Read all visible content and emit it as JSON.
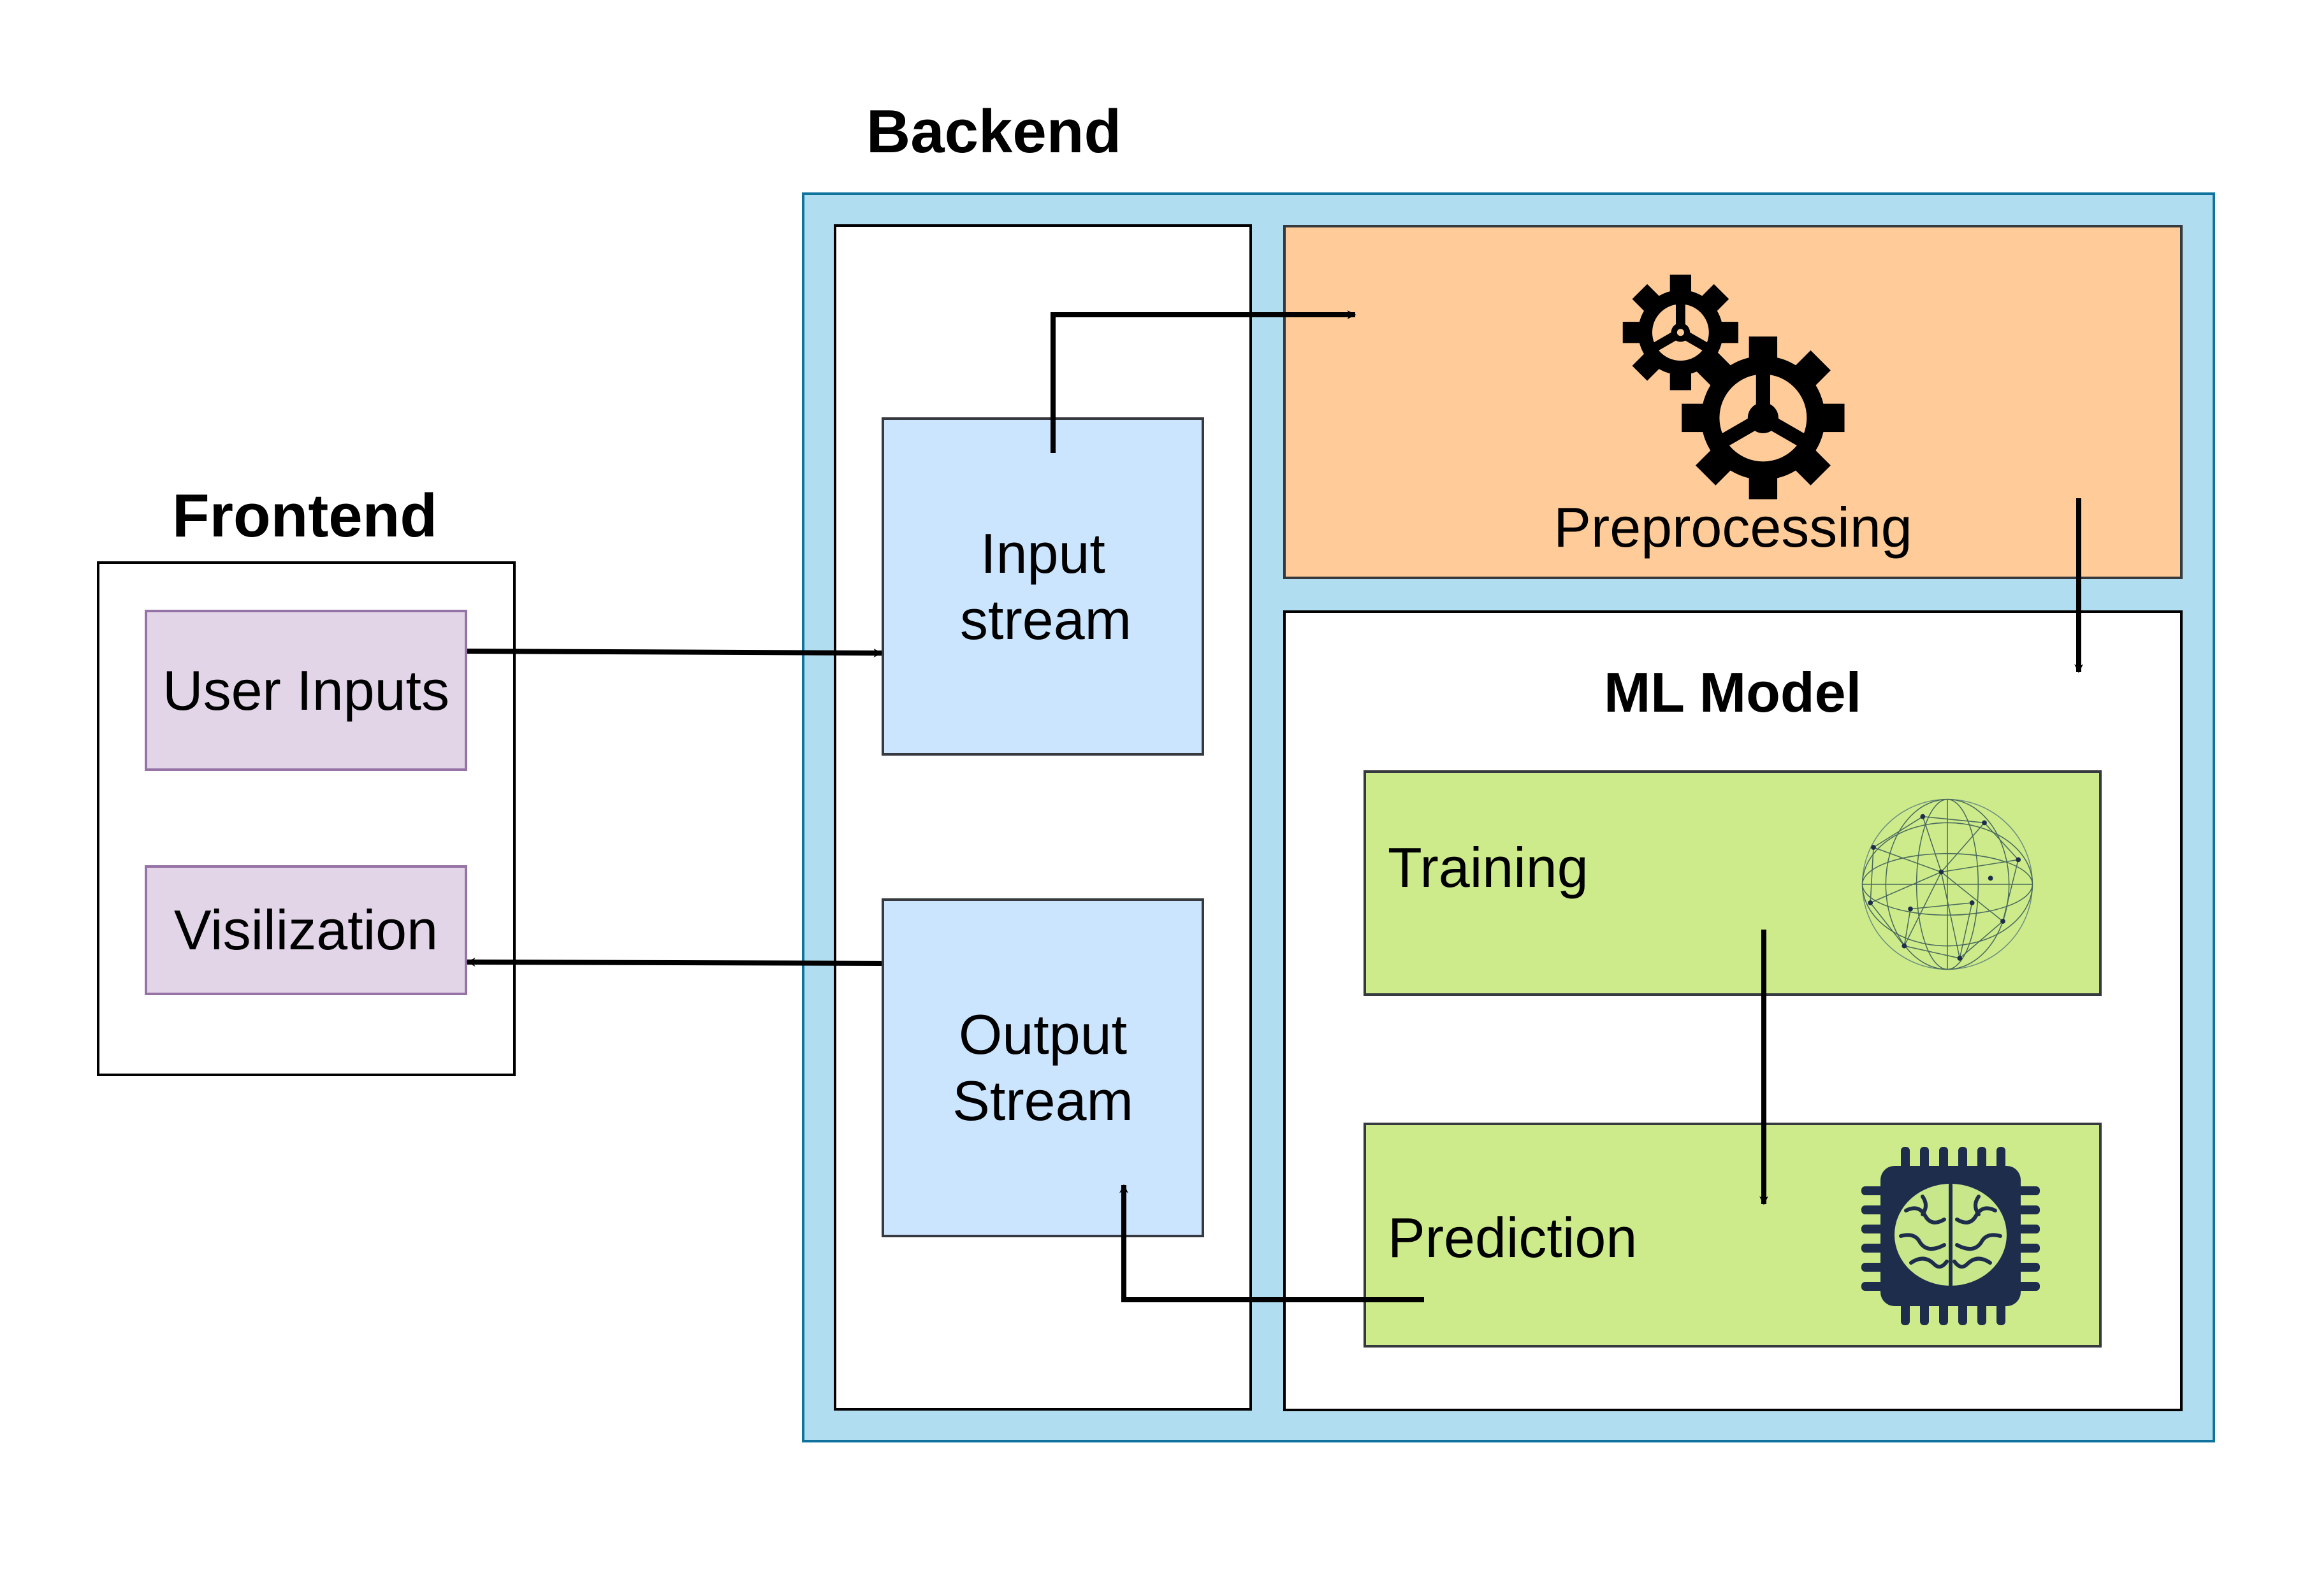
{
  "frontend": {
    "title": "Frontend",
    "user_inputs_label": "User Inputs",
    "visualization_label": "Visilization"
  },
  "backend": {
    "title": "Backend",
    "input_stream_label": "Input stream",
    "output_stream_label": "Output Stream",
    "preprocessing_label": "Preprocessing",
    "ml_model": {
      "title": "ML Model",
      "training_label": "Training",
      "prediction_label": "Prediction"
    }
  },
  "icons": {
    "preprocessing": "gears-icon",
    "training": "network-globe-icon",
    "prediction": "brain-chip-icon"
  },
  "colors": {
    "backend_frame": "#b1ddf0",
    "backend_border": "#10739e",
    "stream_box": "#cce5ff",
    "preprocessing_box": "#ffcc99",
    "ml_step_box": "#cdeb8b",
    "frontend_item": "#e1d5e7",
    "frontend_item_border": "#9673a6",
    "chip": "#1f2d4d",
    "brain": "#c8e68a"
  }
}
